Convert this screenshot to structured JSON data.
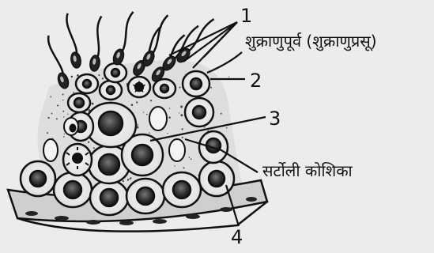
{
  "labels": {
    "label_1": "1",
    "label_1_text": "शुक्राणुपूर्व (शुक्राणुप्रसू)",
    "label_2": "2",
    "label_3": "3",
    "label_sertoli": "सर्टोली कोशिका",
    "label_4": "4"
  },
  "colors": {
    "background": "#ececec",
    "ink": "#111111",
    "tissue": "#bdbdbd"
  }
}
